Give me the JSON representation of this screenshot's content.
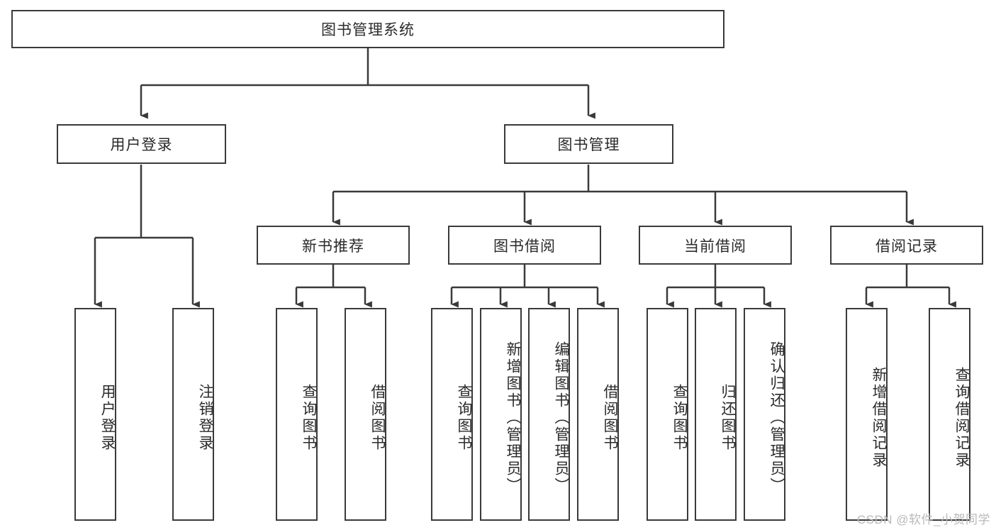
{
  "diagram": {
    "title": "图书管理系统",
    "type": "tree-hierarchy",
    "root": {
      "label": "图书管理系统"
    },
    "level1": [
      {
        "label": "用户登录"
      },
      {
        "label": "图书管理"
      }
    ],
    "level2": [
      {
        "label": "新书推荐"
      },
      {
        "label": "图书借阅"
      },
      {
        "label": "当前借阅"
      },
      {
        "label": "借阅记录"
      }
    ],
    "leaves": [
      {
        "label": "用户登录",
        "parent": "用户登录"
      },
      {
        "label": "注销登录",
        "parent": "用户登录"
      },
      {
        "label": "查询图书",
        "parent": "新书推荐"
      },
      {
        "label": "借阅图书",
        "parent": "新书推荐"
      },
      {
        "label": "查询图书",
        "parent": "图书借阅"
      },
      {
        "label": "新增图书（管理员）",
        "parent": "图书借阅"
      },
      {
        "label": "编辑图书（管理员）",
        "parent": "图书借阅"
      },
      {
        "label": "借阅图书",
        "parent": "图书借阅"
      },
      {
        "label": "查询图书",
        "parent": "当前借阅"
      },
      {
        "label": "归还图书",
        "parent": "当前借阅"
      },
      {
        "label": "确认归还（管理员）",
        "parent": "当前借阅"
      },
      {
        "label": "新增借阅记录",
        "parent": "借阅记录"
      },
      {
        "label": "查询借阅记录",
        "parent": "借阅记录"
      }
    ]
  },
  "watermark": {
    "text": "CSDN @软件_小贺同学"
  },
  "colors": {
    "border": "#3a3a3a",
    "text": "#2b2b2b",
    "background": "#ffffff",
    "watermark": "#b9b9b9"
  }
}
